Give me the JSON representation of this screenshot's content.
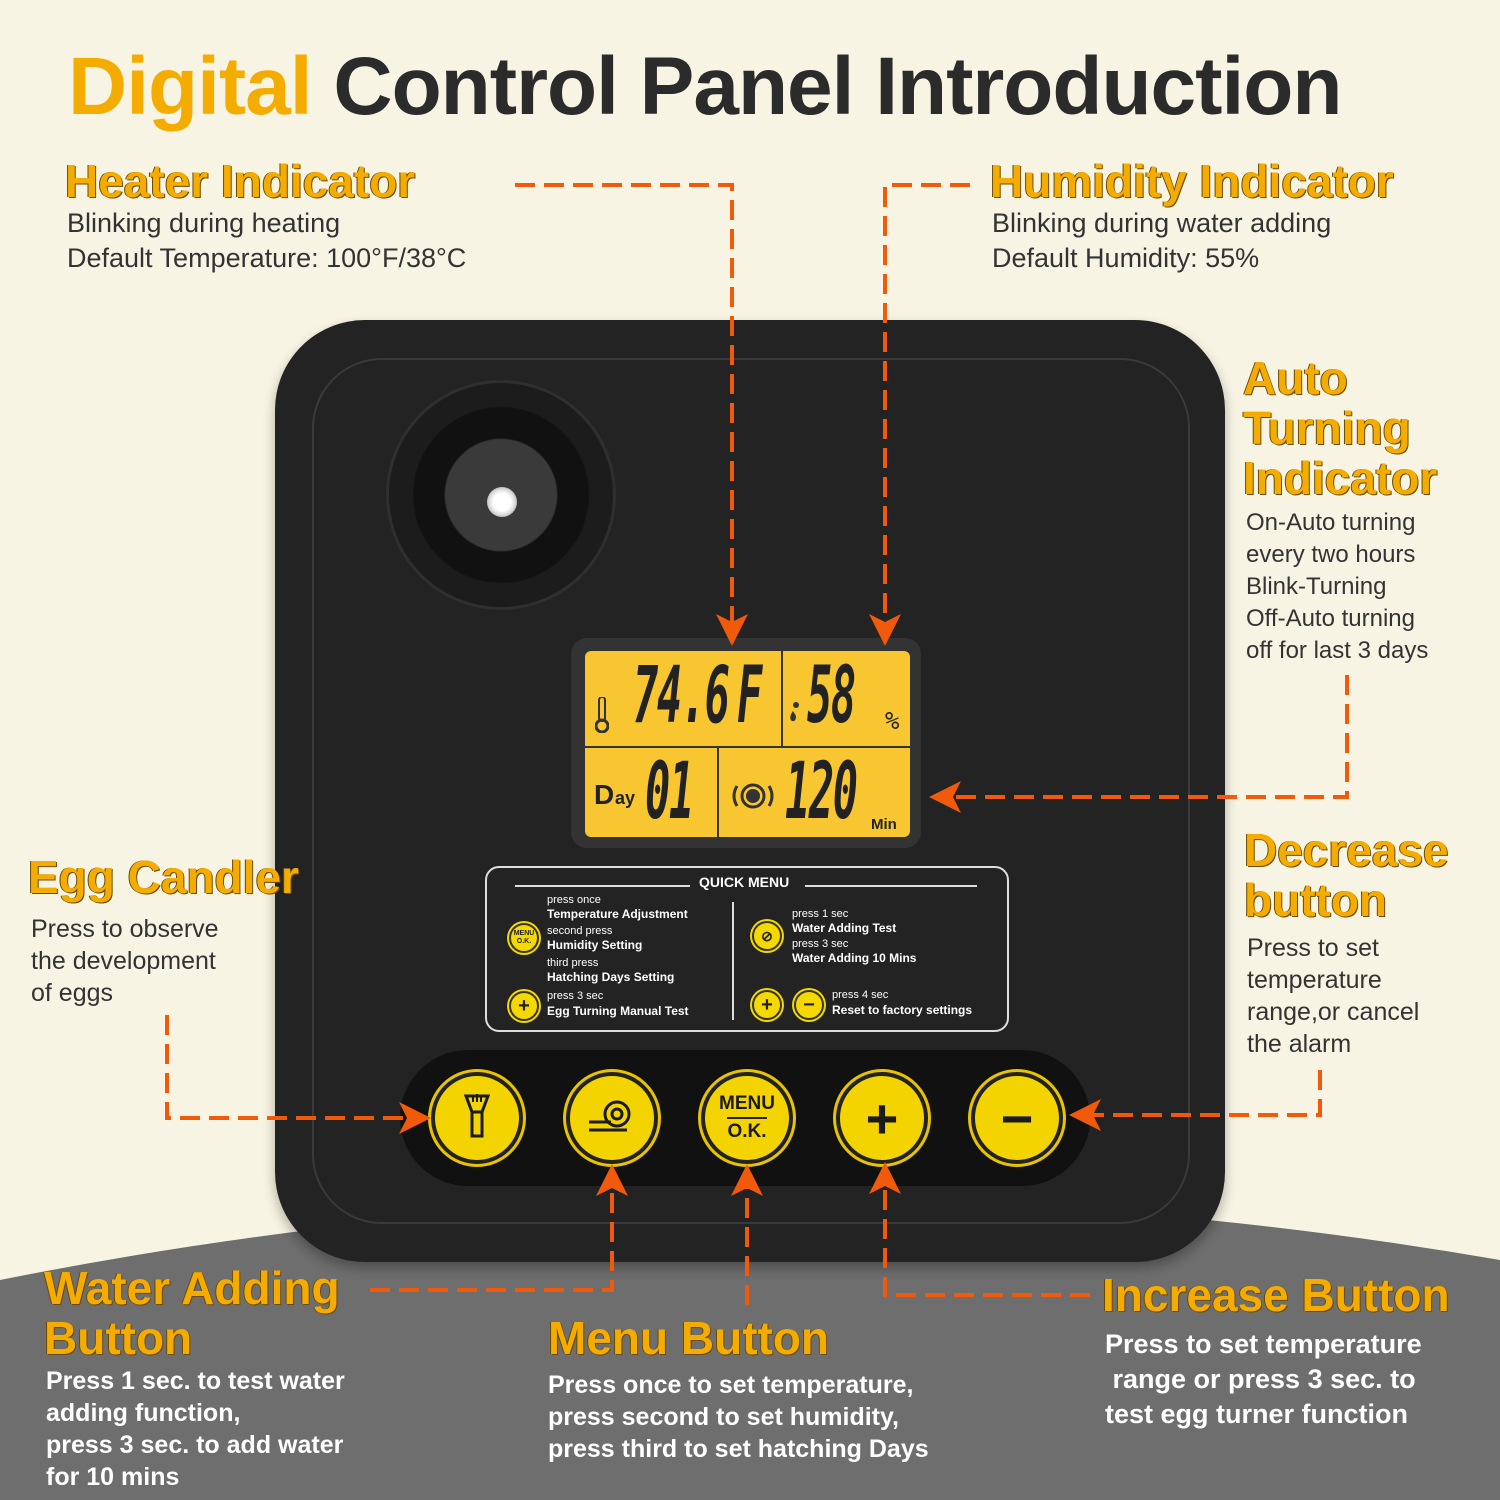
{
  "title": {
    "highlight": "Digital",
    "rest": "Control Panel Introduction"
  },
  "callouts": {
    "heater": {
      "heading": "Heater Indicator",
      "lines": [
        "Blinking during heating",
        "Default Temperature: 100°F/38°C"
      ]
    },
    "humidity": {
      "heading": "Humidity Indicator",
      "lines": [
        "Blinking during water adding",
        "Default Humidity: 55%"
      ]
    },
    "turning": {
      "heading": [
        "Auto",
        "Turning",
        "Indicator"
      ],
      "lines": [
        "On-Auto turning",
        "every two hours",
        "Blink-Turning",
        "Off-Auto turning",
        "off for last 3 days"
      ]
    },
    "candler": {
      "heading": "Egg Candler",
      "lines": [
        "Press to observe",
        "the development",
        "of eggs"
      ]
    },
    "decrease": {
      "heading": [
        "Decrease",
        "button"
      ],
      "lines": [
        "Press to set",
        "temperature",
        "range,or cancel",
        "the alarm"
      ]
    },
    "water": {
      "heading": [
        "Water Adding",
        "Button"
      ],
      "lines": [
        "Press 1 sec. to test water",
        "adding function,",
        "press 3 sec. to add water",
        "for 10 mins"
      ]
    },
    "menu": {
      "heading": "Menu Button",
      "lines": [
        "Press once to set temperature,",
        "press second to set humidity,",
        "press third to set hatching Days"
      ]
    },
    "increase": {
      "heading": "Increase Button",
      "lines": [
        "Press to set temperature",
        " range or press 3 sec. to",
        "test egg turner function"
      ]
    }
  },
  "lcd": {
    "temperature": "74.6",
    "temp_unit": "F",
    "humidity": "58",
    "humidity_unit": "%",
    "day_label_d": "D",
    "day_label_ay": "ay",
    "day": "01",
    "turn_minutes": "120",
    "minutes_unit": "Min"
  },
  "quick_menu": {
    "title": "QUICK MENU",
    "left": [
      {
        "hint": "press once",
        "action": "Temperature Adjustment"
      },
      {
        "hint": "second press",
        "action": "Humidity Setting"
      },
      {
        "hint": "third press",
        "action": "Hatching Days Setting"
      },
      {
        "hint": "press 3 sec",
        "action": "Egg Turning Manual Test"
      }
    ],
    "right": [
      {
        "hint": "press 1 sec",
        "action": "Water Adding Test"
      },
      {
        "hint": "press 3 sec",
        "action": "Water Adding 10 Mins"
      },
      {
        "hint": "press 4 sec",
        "action": "Reset to factory settings"
      }
    ],
    "menu_icon_top": "MENU",
    "menu_icon_bottom": "O.K.",
    "plus": "+",
    "minus": "−"
  },
  "buttons": {
    "menu_top": "MENU",
    "menu_bottom": "O.K.",
    "plus": "+",
    "minus": "−"
  },
  "colors": {
    "accent": "#f5ac00",
    "arrow": "#f05a0a",
    "device": "#232323",
    "lcd": "#f7c630"
  }
}
